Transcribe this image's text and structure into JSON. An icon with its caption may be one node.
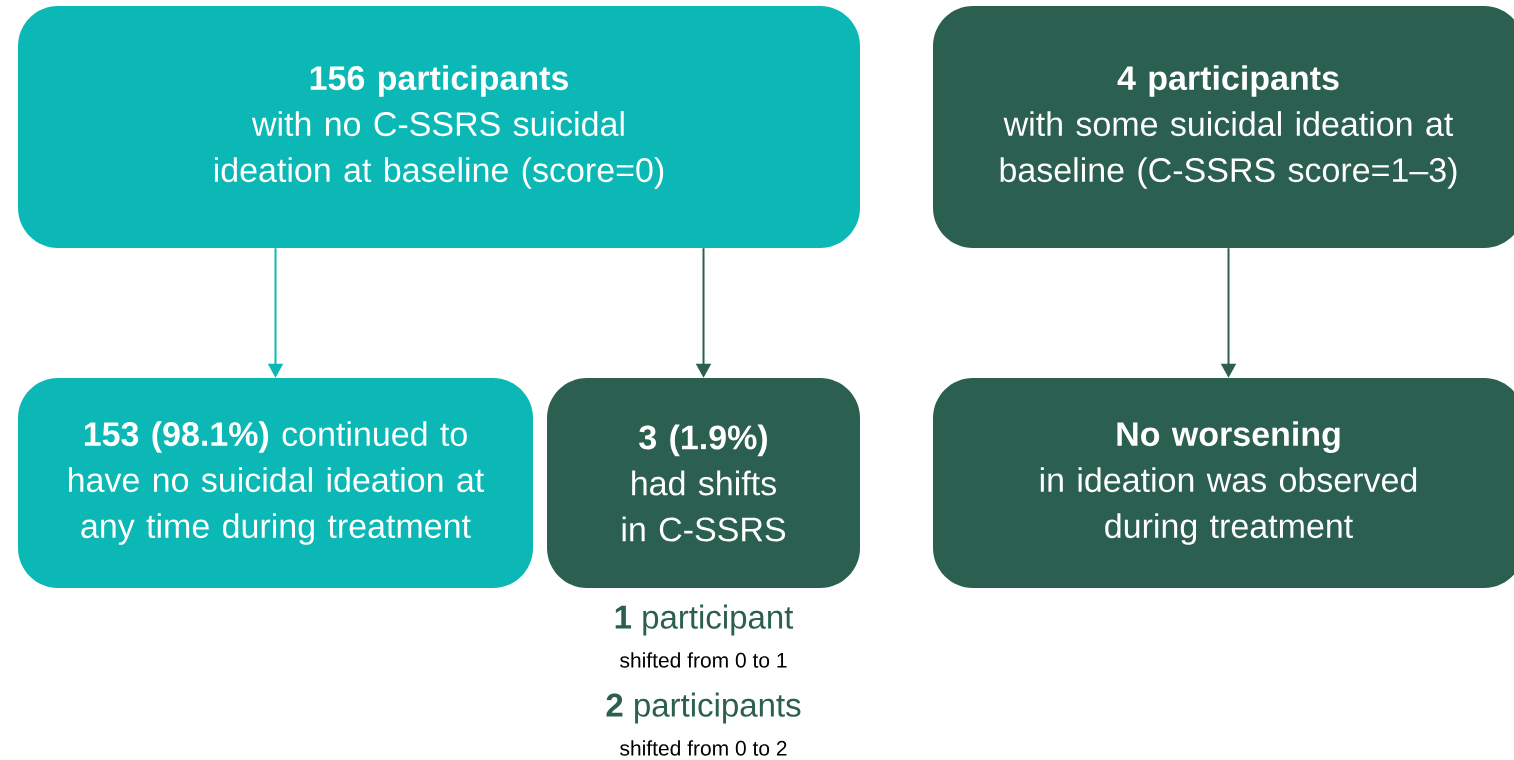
{
  "diagram": {
    "nodes": [
      {
        "text": [
          "156 participants",
          "with no C-SSRS suicidal ideation at baseline (score=0)"
        ]
      },
      {
        "text": [
          "4 participants",
          "with some suicidal ideation at baseline (C-SSRS score=1–3)"
        ]
      },
      {
        "text": [
          "**153 (98.1%)** continued to have no suicidal ideation at any time during treatment"
        ]
      },
      {
        "text": [
          "3 (1.9%)",
          "had shifts in C-SSRS"
        ],
        "beside": [
          "**1** participant",
          "shifted from 0 to 1",
          "**2** participants",
          "shifted from 0 to 2"
        ]
      },
      {
        "text": [
          "No worsening",
          "in ideation was observed during treatment"
        ]
      }
    ],
    "edges": [
      {
        "from": 0,
        "to": 2,
        "arrow": "to",
        "color": "#0cb8b6"
      },
      {
        "from": 0,
        "to": 3,
        "arrow": "to"
      },
      {
        "from": 1,
        "to": 4,
        "arrow": "to"
      }
    ]
  }
}
